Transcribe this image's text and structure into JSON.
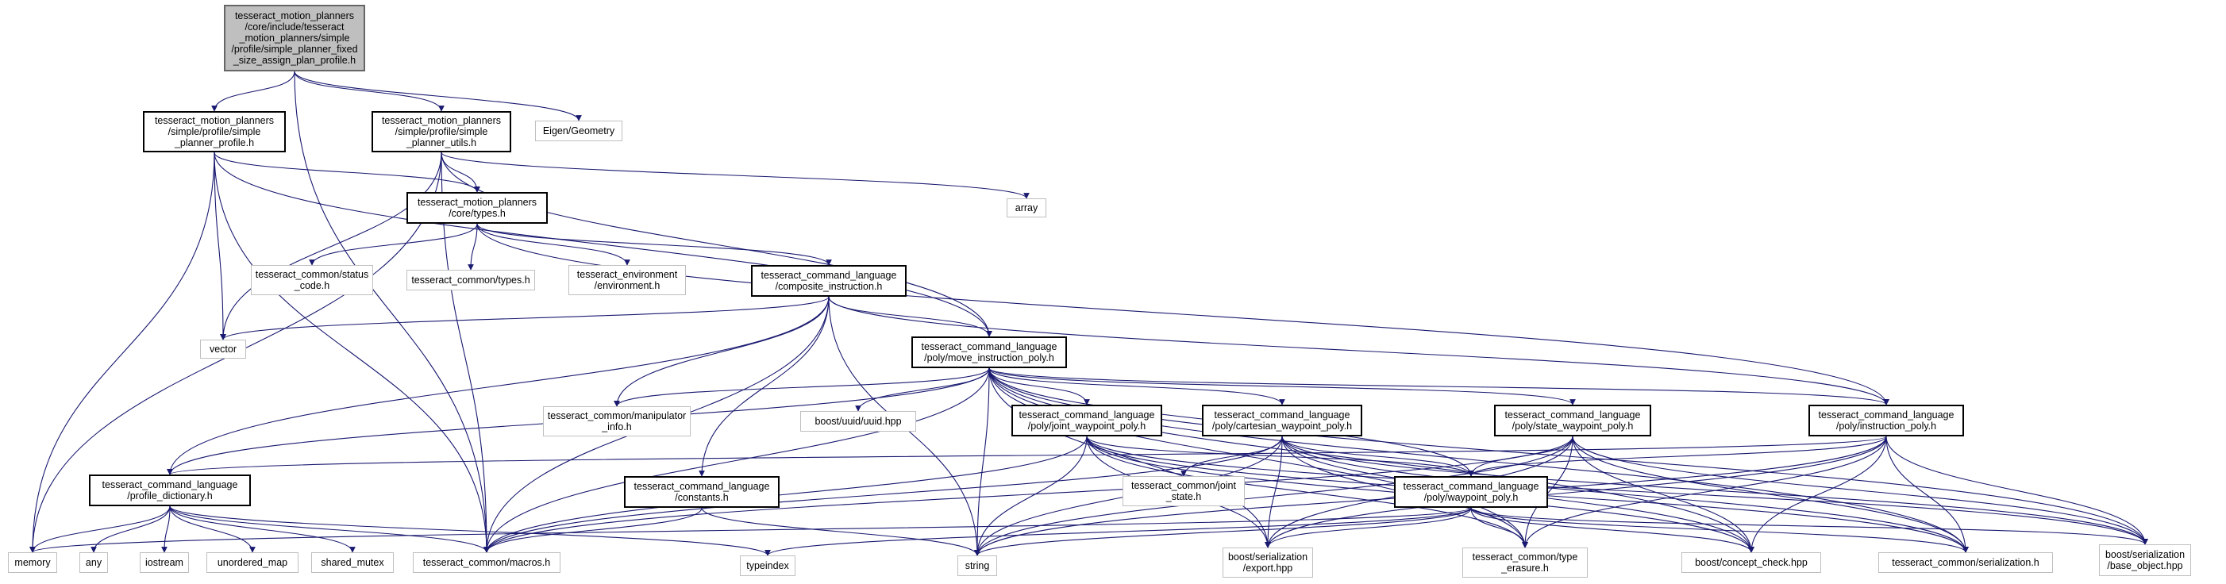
{
  "colors": {
    "edge": "#191970",
    "focus_fill": "#bfbfbf",
    "doc_border": "#000000",
    "ext_border": "#bfbfbf",
    "background": "#ffffff"
  },
  "nodes": [
    {
      "id": "root",
      "kind": "focus",
      "text": "tesseract_motion_planners\n/core/include/tesseract\n_motion_planners/simple\n/profile/simple_planner_fixed\n_size_assign_plan_profile.h"
    },
    {
      "id": "sp_profile",
      "kind": "doc",
      "text": "tesseract_motion_planners\n/simple/profile/simple\n_planner_profile.h"
    },
    {
      "id": "sp_utils",
      "kind": "doc",
      "text": "tesseract_motion_planners\n/simple/profile/simple\n_planner_utils.h"
    },
    {
      "id": "eigen",
      "kind": "ext",
      "text": "Eigen/Geometry"
    },
    {
      "id": "array",
      "kind": "ext",
      "text": "array"
    },
    {
      "id": "core_types",
      "kind": "doc",
      "text": "tesseract_motion_planners\n/core/types.h"
    },
    {
      "id": "status_code",
      "kind": "ext",
      "text": "tesseract_common/status\n_code.h"
    },
    {
      "id": "common_types",
      "kind": "ext",
      "text": "tesseract_common/types.h"
    },
    {
      "id": "environment",
      "kind": "ext",
      "text": "tesseract_environment\n/environment.h"
    },
    {
      "id": "composite",
      "kind": "doc",
      "text": "tesseract_command_language\n/composite_instruction.h"
    },
    {
      "id": "vector",
      "kind": "ext",
      "text": "vector"
    },
    {
      "id": "move_instr",
      "kind": "doc",
      "text": "tesseract_command_language\n/poly/move_instruction_poly.h"
    },
    {
      "id": "manip_info",
      "kind": "ext",
      "text": "tesseract_common/manipulator\n_info.h"
    },
    {
      "id": "uuid",
      "kind": "ext",
      "text": "boost/uuid/uuid.hpp"
    },
    {
      "id": "joint_wp",
      "kind": "doc",
      "text": "tesseract_command_language\n/poly/joint_waypoint_poly.h"
    },
    {
      "id": "cart_wp",
      "kind": "doc",
      "text": "tesseract_command_language\n/poly/cartesian_waypoint_poly.h"
    },
    {
      "id": "state_wp",
      "kind": "doc",
      "text": "tesseract_command_language\n/poly/state_waypoint_poly.h"
    },
    {
      "id": "instr_poly",
      "kind": "doc",
      "text": "tesseract_command_language\n/poly/instruction_poly.h"
    },
    {
      "id": "joint_state",
      "kind": "ext",
      "text": "tesseract_common/joint\n_state.h"
    },
    {
      "id": "profile_dict",
      "kind": "doc",
      "text": "tesseract_command_language\n/profile_dictionary.h"
    },
    {
      "id": "constants",
      "kind": "doc",
      "text": "tesseract_command_language\n/constants.h"
    },
    {
      "id": "waypoint_poly",
      "kind": "doc",
      "text": "tesseract_command_language\n/poly/waypoint_poly.h"
    },
    {
      "id": "memory",
      "kind": "ext",
      "text": "memory"
    },
    {
      "id": "any",
      "kind": "ext",
      "text": "any"
    },
    {
      "id": "iostream",
      "kind": "ext",
      "text": "iostream"
    },
    {
      "id": "unordered_map",
      "kind": "ext",
      "text": "unordered_map"
    },
    {
      "id": "shared_mutex",
      "kind": "ext",
      "text": "shared_mutex"
    },
    {
      "id": "macros",
      "kind": "ext",
      "text": "tesseract_common/macros.h"
    },
    {
      "id": "typeindex",
      "kind": "ext",
      "text": "typeindex"
    },
    {
      "id": "string",
      "kind": "ext",
      "text": "string"
    },
    {
      "id": "export",
      "kind": "ext",
      "text": "boost/serialization\n/export.hpp"
    },
    {
      "id": "type_erasure",
      "kind": "ext",
      "text": "tesseract_common/type\n_erasure.h"
    },
    {
      "id": "concept_check",
      "kind": "ext",
      "text": "boost/concept_check.hpp"
    },
    {
      "id": "common_serial",
      "kind": "ext",
      "text": "tesseract_common/serialization.h"
    },
    {
      "id": "base_object",
      "kind": "ext",
      "text": "boost/serialization\n/base_object.hpp"
    }
  ],
  "edges": [
    [
      "root",
      "sp_profile"
    ],
    [
      "root",
      "sp_utils"
    ],
    [
      "root",
      "eigen"
    ],
    [
      "root",
      "macros"
    ],
    [
      "sp_profile",
      "core_types"
    ],
    [
      "sp_profile",
      "move_instr"
    ],
    [
      "sp_profile",
      "memory"
    ],
    [
      "sp_profile",
      "vector"
    ],
    [
      "sp_profile",
      "macros"
    ],
    [
      "sp_utils",
      "core_types"
    ],
    [
      "sp_utils",
      "move_instr"
    ],
    [
      "sp_utils",
      "array"
    ],
    [
      "sp_utils",
      "memory"
    ],
    [
      "sp_utils",
      "vector"
    ],
    [
      "sp_utils",
      "macros"
    ],
    [
      "core_types",
      "status_code"
    ],
    [
      "core_types",
      "common_types"
    ],
    [
      "core_types",
      "environment"
    ],
    [
      "core_types",
      "composite"
    ],
    [
      "core_types",
      "instr_poly"
    ],
    [
      "composite",
      "vector"
    ],
    [
      "composite",
      "move_instr"
    ],
    [
      "composite",
      "manip_info"
    ],
    [
      "composite",
      "profile_dict"
    ],
    [
      "composite",
      "constants"
    ],
    [
      "composite",
      "macros"
    ],
    [
      "composite",
      "string"
    ],
    [
      "composite",
      "instr_poly"
    ],
    [
      "move_instr",
      "manip_info"
    ],
    [
      "move_instr",
      "uuid"
    ],
    [
      "move_instr",
      "joint_wp"
    ],
    [
      "move_instr",
      "cart_wp"
    ],
    [
      "move_instr",
      "state_wp"
    ],
    [
      "move_instr",
      "instr_poly"
    ],
    [
      "move_instr",
      "waypoint_poly"
    ],
    [
      "move_instr",
      "profile_dict"
    ],
    [
      "move_instr",
      "macros"
    ],
    [
      "move_instr",
      "string"
    ],
    [
      "move_instr",
      "export"
    ],
    [
      "move_instr",
      "base_object"
    ],
    [
      "move_instr",
      "concept_check"
    ],
    [
      "move_instr",
      "common_serial"
    ],
    [
      "move_instr",
      "type_erasure"
    ],
    [
      "joint_wp",
      "waypoint_poly"
    ],
    [
      "joint_wp",
      "macros"
    ],
    [
      "joint_wp",
      "string"
    ],
    [
      "joint_wp",
      "export"
    ],
    [
      "joint_wp",
      "concept_check"
    ],
    [
      "joint_wp",
      "common_serial"
    ],
    [
      "joint_wp",
      "base_object"
    ],
    [
      "joint_wp",
      "type_erasure"
    ],
    [
      "cart_wp",
      "waypoint_poly"
    ],
    [
      "cart_wp",
      "joint_state"
    ],
    [
      "cart_wp",
      "macros"
    ],
    [
      "cart_wp",
      "string"
    ],
    [
      "cart_wp",
      "export"
    ],
    [
      "cart_wp",
      "type_erasure"
    ],
    [
      "cart_wp",
      "concept_check"
    ],
    [
      "cart_wp",
      "common_serial"
    ],
    [
      "cart_wp",
      "base_object"
    ],
    [
      "state_wp",
      "waypoint_poly"
    ],
    [
      "state_wp",
      "macros"
    ],
    [
      "state_wp",
      "string"
    ],
    [
      "state_wp",
      "export"
    ],
    [
      "state_wp",
      "type_erasure"
    ],
    [
      "state_wp",
      "concept_check"
    ],
    [
      "state_wp",
      "common_serial"
    ],
    [
      "state_wp",
      "base_object"
    ],
    [
      "instr_poly",
      "waypoint_poly"
    ],
    [
      "instr_poly",
      "profile_dict"
    ],
    [
      "instr_poly",
      "string"
    ],
    [
      "instr_poly",
      "export"
    ],
    [
      "instr_poly",
      "type_erasure"
    ],
    [
      "instr_poly",
      "concept_check"
    ],
    [
      "instr_poly",
      "common_serial"
    ],
    [
      "instr_poly",
      "base_object"
    ],
    [
      "profile_dict",
      "memory"
    ],
    [
      "profile_dict",
      "any"
    ],
    [
      "profile_dict",
      "iostream"
    ],
    [
      "profile_dict",
      "unordered_map"
    ],
    [
      "profile_dict",
      "shared_mutex"
    ],
    [
      "profile_dict",
      "macros"
    ],
    [
      "profile_dict",
      "typeindex"
    ],
    [
      "constants",
      "macros"
    ],
    [
      "constants",
      "string"
    ],
    [
      "waypoint_poly",
      "memory"
    ],
    [
      "waypoint_poly",
      "typeindex"
    ],
    [
      "waypoint_poly",
      "string"
    ],
    [
      "waypoint_poly",
      "export"
    ],
    [
      "waypoint_poly",
      "type_erasure"
    ],
    [
      "waypoint_poly",
      "concept_check"
    ],
    [
      "waypoint_poly",
      "common_serial"
    ],
    [
      "waypoint_poly",
      "base_object"
    ]
  ]
}
